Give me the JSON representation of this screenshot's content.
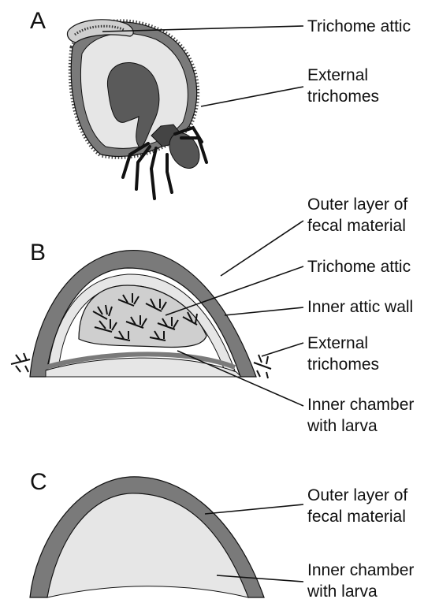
{
  "panels": {
    "a": {
      "letter": "A",
      "labels": {
        "trichome_attic": "Trichome attic",
        "external_trichomes": [
          "External",
          "trichomes"
        ]
      }
    },
    "b": {
      "letter": "B",
      "labels": {
        "outer_layer": [
          "Outer layer of",
          "fecal material"
        ],
        "trichome_attic": "Trichome attic",
        "inner_attic_wall": "Inner attic wall",
        "external_trichomes": [
          "External",
          "trichomes"
        ],
        "inner_chamber": [
          "Inner chamber",
          "with larva"
        ]
      }
    },
    "c": {
      "letter": "C",
      "labels": {
        "outer_layer": [
          "Outer layer of",
          "fecal material"
        ],
        "inner_chamber": [
          "Inner chamber",
          "with larva"
        ]
      }
    }
  },
  "colors": {
    "fecal_layer": "#7a7a7a",
    "chamber": "#e6e6e6",
    "attic_fill": "#cfcfcf",
    "larva": "#555555",
    "trichome": "#111111"
  }
}
